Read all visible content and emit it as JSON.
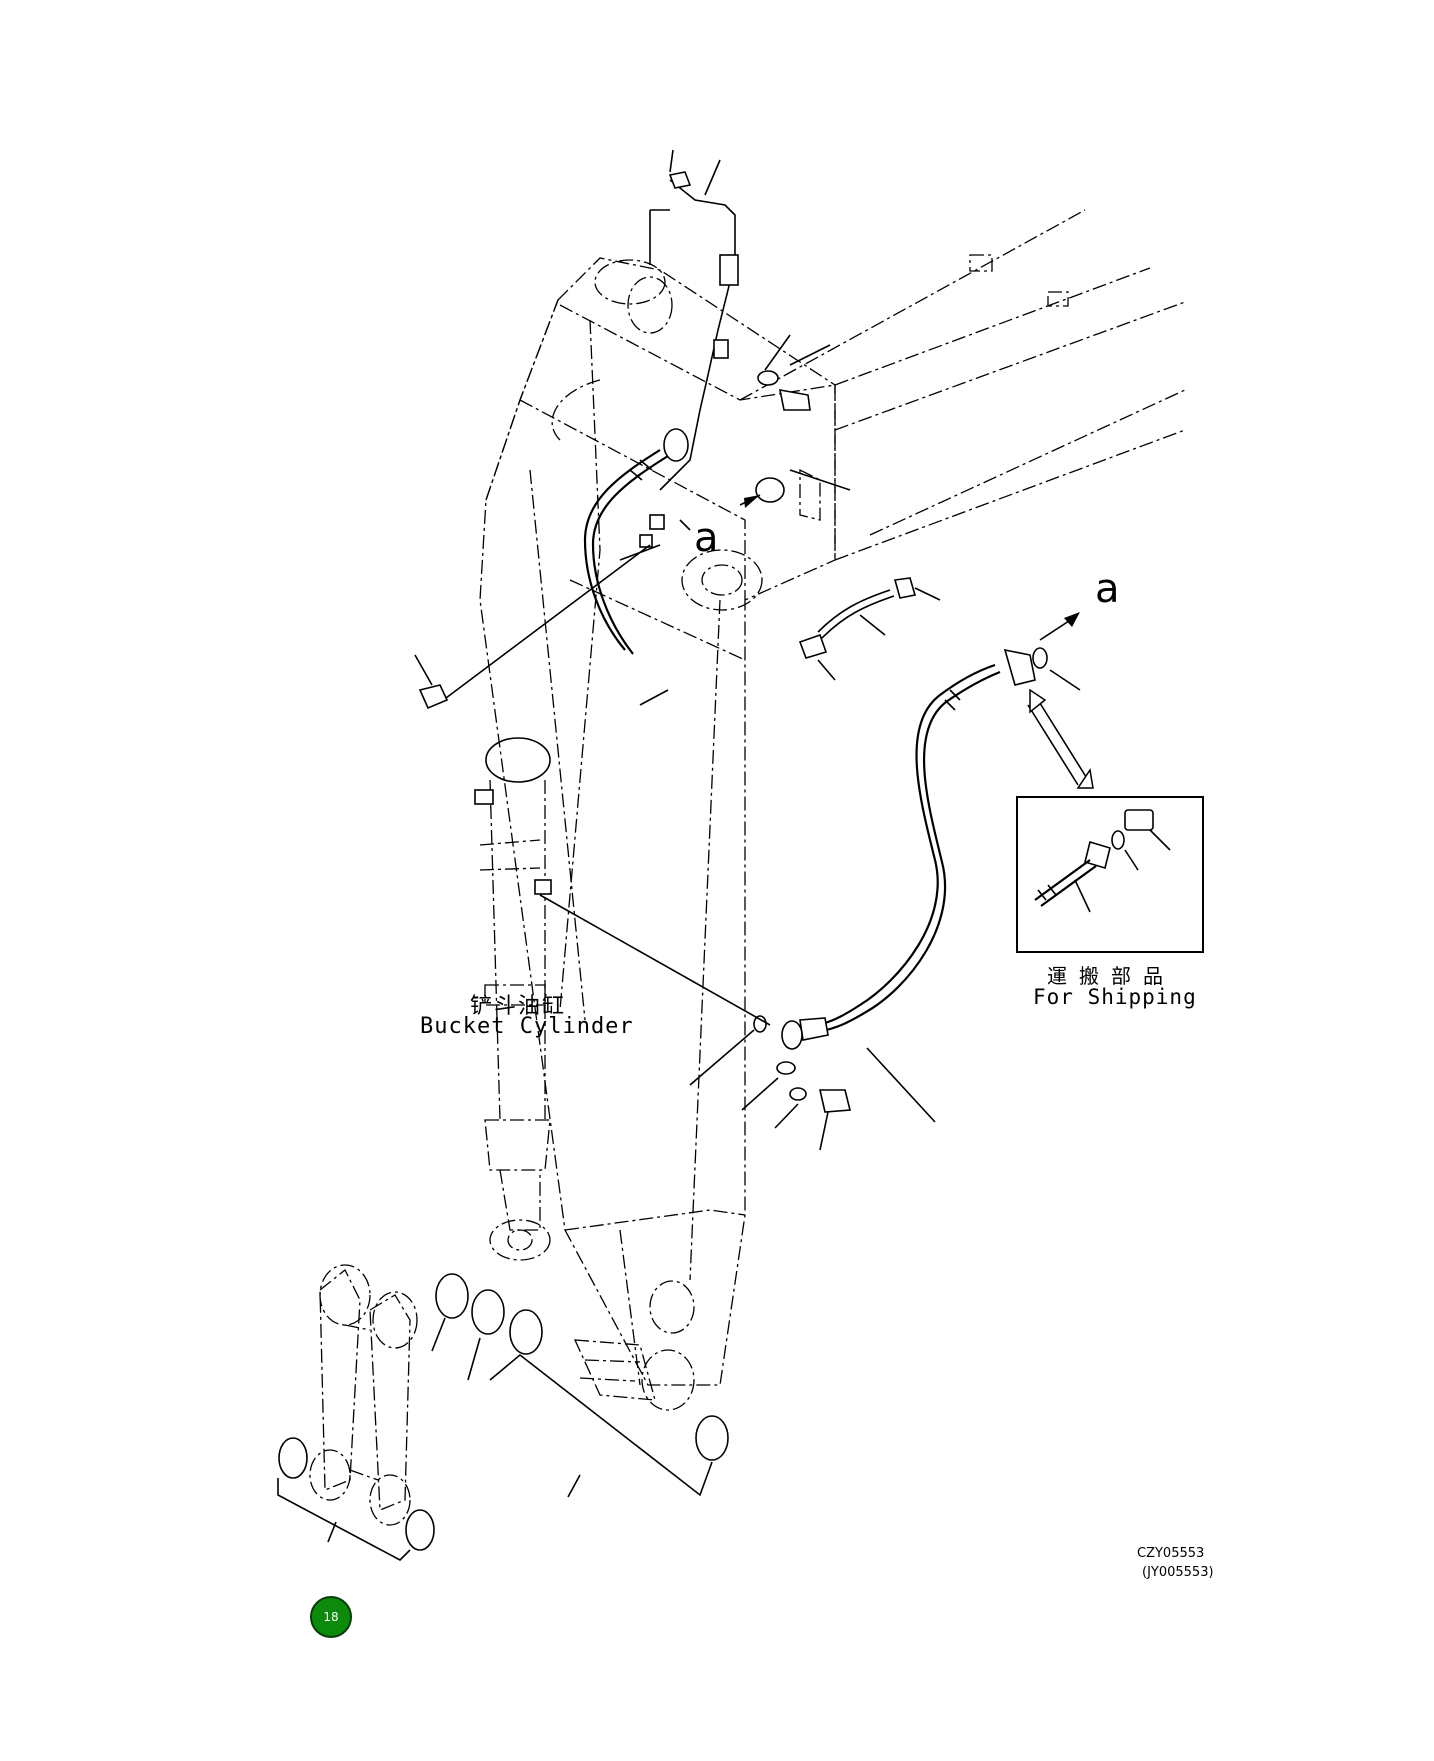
{
  "labels": {
    "callout_a_main": "a",
    "callout_a_hose": "a",
    "bucket_cylinder_cn": "铲斗油缸",
    "bucket_cylinder_en": "Bucket Cylinder",
    "for_shipping_cn": "運搬部品",
    "for_shipping_en": "For Shipping",
    "figure_ref": "CZY05553",
    "figure_ref_alt": "(JY005553)",
    "page_badge": "18"
  }
}
